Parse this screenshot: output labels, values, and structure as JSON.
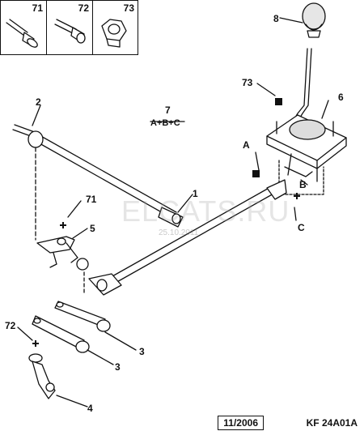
{
  "hardware": [
    {
      "number": "71",
      "icon": "bolt-with-collar-icon"
    },
    {
      "number": "72",
      "icon": "flanged-bolt-icon"
    },
    {
      "number": "73",
      "icon": "hex-nut-icon"
    }
  ],
  "callouts": {
    "c1": "1",
    "c2": "2",
    "c3a": "3",
    "c3b": "3",
    "c4": "4",
    "c5": "5",
    "c6": "6",
    "c8": "8",
    "c71": "71",
    "c72": "72",
    "c73": "73",
    "cA": "A",
    "cB": "B",
    "cC": "C"
  },
  "kit": {
    "number": "7",
    "contents": "A+B+C"
  },
  "watermark": {
    "text": "ELCATS.RU",
    "date": "25.10.2011"
  },
  "footer": {
    "date": "11/2006",
    "code": "KF 24A01A"
  }
}
